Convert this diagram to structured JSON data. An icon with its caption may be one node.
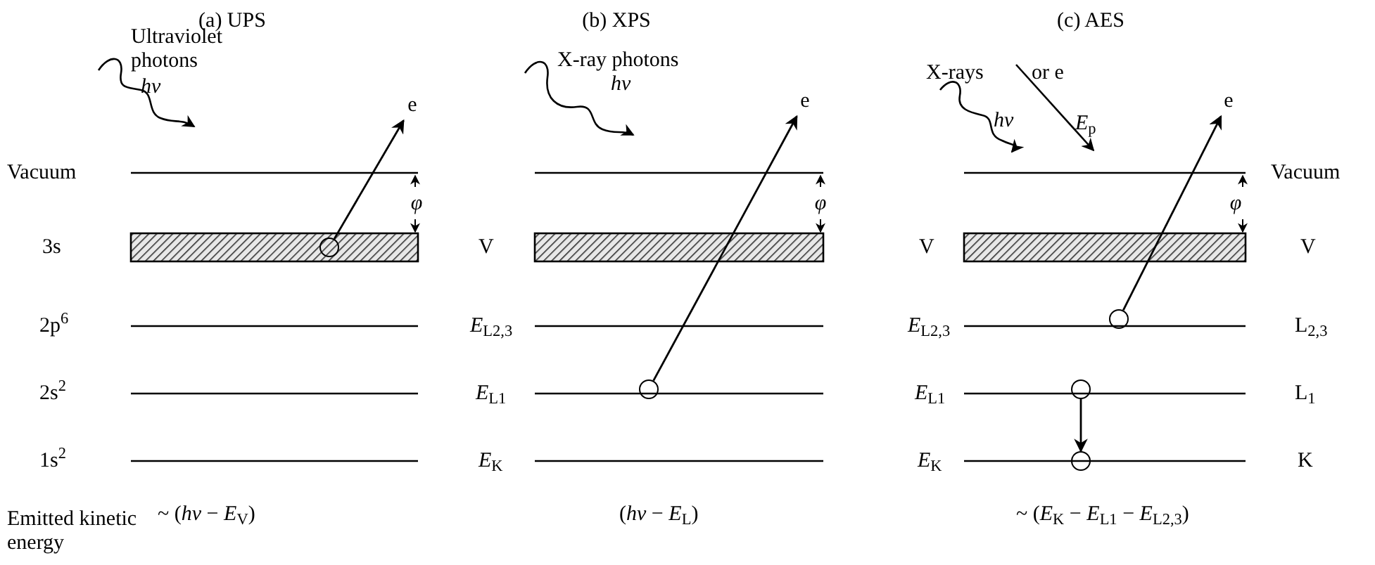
{
  "diagram": {
    "nodes": [
      {
        "text": [],
        "shape": "circle"
      },
      {
        "text": [
          "e"
        ]
      },
      {
        "text": [],
        "shape": "circle"
      },
      {
        "text": [
          "e"
        ]
      },
      {
        "text": [],
        "shape": "circle"
      },
      {
        "text": [
          "e"
        ]
      },
      {
        "text": [],
        "shape": "circle"
      },
      {
        "text": [],
        "shape": "circle"
      }
    ],
    "edges": [
      {
        "from": 0,
        "to": 1,
        "arrow": "to"
      },
      {
        "from": 2,
        "to": 3,
        "arrow": "to"
      },
      {
        "from": 4,
        "to": 5,
        "arrow": "to"
      },
      {
        "from": 6,
        "to": 7,
        "arrow": "to"
      }
    ],
    "labels": [
      "(a) UPS",
      "(b) XPS",
      "(c) AES",
      "Ultraviolet photons",
      "hν",
      "X-ray photons",
      "hν",
      "X-rays",
      "or e",
      "hν",
      "*E*$_{p}$",
      "Vacuum",
      "φ",
      "φ",
      "Vacuum",
      "φ",
      "3s",
      "V",
      "V",
      "V",
      "2p$^{6}$",
      "*E*$_{L2,3}$",
      "*E*$_{L2,3}$",
      "L$_{2,3}$",
      "2s$^{2}$",
      "*E*$_{L1}$",
      "*E*$_{L1}$",
      "L$_{1}$",
      "1s$^{2}$",
      "*E*$_{K}$",
      "*E*$_{K}$",
      "K",
      "Emitted kinetic energy",
      "~ (*hν* − *E*$_{V}$)",
      "(*hν* − *E*$_{L}$)",
      "~ (*E*$_{K}$ − *E*$_{L1}$ − *E*$_{L2,3}$)"
    ]
  }
}
